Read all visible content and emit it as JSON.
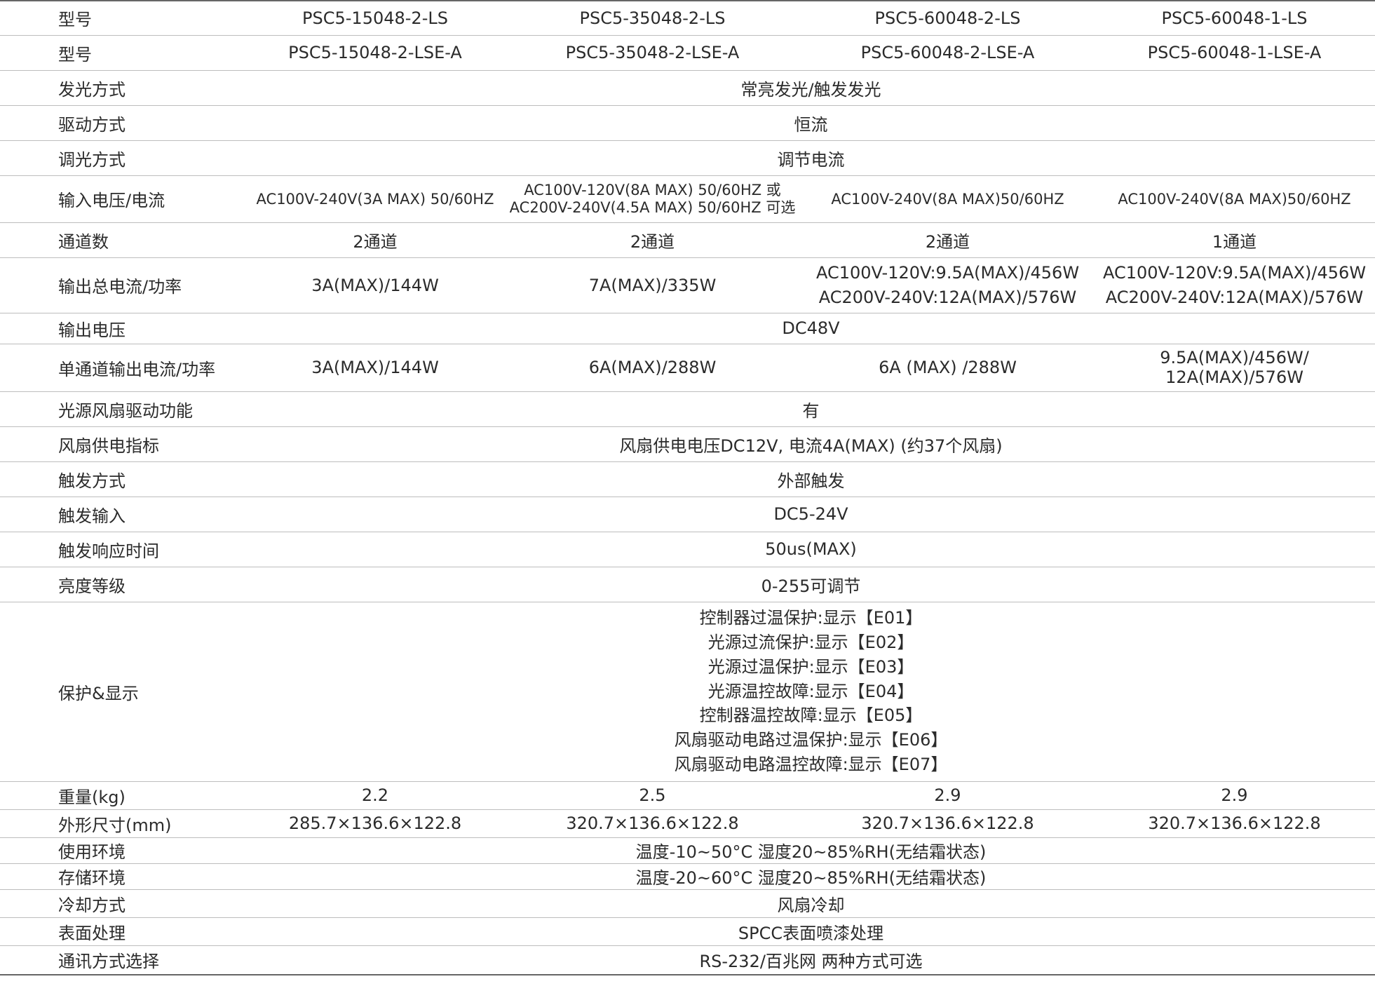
{
  "table": {
    "model_label": "型号",
    "models_ls": [
      "PSC5-15048-2-LS",
      "PSC5-35048-2-LS",
      "PSC5-60048-2-LS",
      "PSC5-60048-1-LS"
    ],
    "models_lse": [
      "PSC5-15048-2-LSE-A",
      "PSC5-35048-2-LSE-A",
      "PSC5-60048-2-LSE-A",
      "PSC5-60048-1-LSE-A"
    ],
    "rows": [
      {
        "label": "发光方式",
        "value": "常亮发光/触发发光"
      },
      {
        "label": "驱动方式",
        "value": "恒流"
      },
      {
        "label": "调光方式",
        "value": "调节电流"
      },
      {
        "label": "输入电压/电流",
        "values": [
          "AC100V-240V(3A MAX) 50/60HZ",
          "AC100V-120V(8A MAX) 50/60HZ 或\nAC200V-240V(4.5A MAX) 50/60HZ 可选",
          "AC100V-240V(8A MAX)50/60HZ",
          "AC100V-240V(8A MAX)50/60HZ"
        ]
      },
      {
        "label": "通道数",
        "values": [
          "2通道",
          "2通道",
          "2通道",
          "1通道"
        ]
      },
      {
        "label": "输出总电流/功率",
        "values": [
          "3A(MAX)/144W",
          "7A(MAX)/335W",
          "AC100V-120V:9.5A(MAX)/456W\nAC200V-240V:12A(MAX)/576W",
          "AC100V-120V:9.5A(MAX)/456W\nAC200V-240V:12A(MAX)/576W"
        ]
      },
      {
        "label": "输出电压",
        "value": "DC48V"
      },
      {
        "label": "单通道输出电流/功率",
        "values": [
          "3A(MAX)/144W",
          "6A(MAX)/288W",
          "6A (MAX) /288W",
          "9.5A(MAX)/456W/\n12A(MAX)/576W"
        ]
      },
      {
        "label": "光源风扇驱动功能",
        "value": "有"
      },
      {
        "label": "风扇供电指标",
        "value": "风扇供电电压DC12V, 电流4A(MAX) (约37个风扇)"
      },
      {
        "label": "触发方式",
        "value": "外部触发"
      },
      {
        "label": "触发输入",
        "value": "DC5-24V"
      },
      {
        "label": "触发响应时间",
        "value": "50us(MAX)"
      },
      {
        "label": "亮度等级",
        "value": "0-255可调节"
      },
      {
        "label": "保护&显示",
        "value": "控制器过温保护:显示【E01】\n光源过流保护:显示【E02】\n光源过温保护:显示【E03】\n光源温控故障:显示【E04】\n控制器温控故障:显示【E05】\n风扇驱动电路过温保护:显示【E06】\n风扇驱动电路温控故障:显示【E07】"
      },
      {
        "label": "重量(kg)",
        "values": [
          "2.2",
          "2.5",
          "2.9",
          "2.9"
        ]
      },
      {
        "label": "外形尺寸(mm)",
        "values": [
          "285.7×136.6×122.8",
          "320.7×136.6×122.8",
          "320.7×136.6×122.8",
          "320.7×136.6×122.8"
        ]
      },
      {
        "label": "使用环境",
        "value": "温度-10~50°C 湿度20~85%RH(无结霜状态)"
      },
      {
        "label": "存储环境",
        "value": "温度-20~60°C 湿度20~85%RH(无结霜状态)"
      },
      {
        "label": "冷却方式",
        "value": "风扇冷却"
      },
      {
        "label": "表面处理",
        "value": "SPCC表面喷漆处理"
      },
      {
        "label": "通讯方式选择",
        "value": "RS-232/百兆网 两种方式可选"
      }
    ]
  }
}
